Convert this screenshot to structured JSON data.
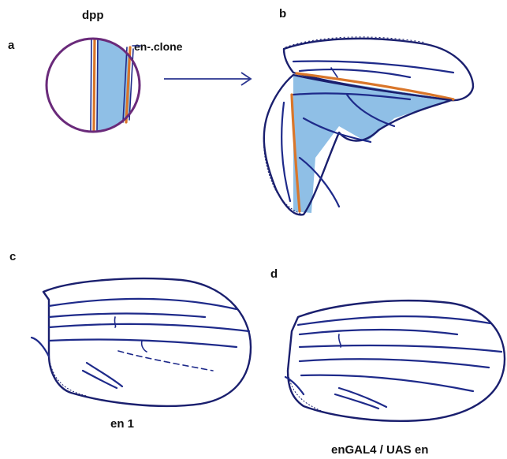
{
  "panels": {
    "a": {
      "letter": "a",
      "top_label": "dpp",
      "clone_label": "en-.clone"
    },
    "b": {
      "letter": "b"
    },
    "c": {
      "letter": "c",
      "caption": "en 1"
    },
    "d": {
      "letter": "d",
      "caption": "enGAL4 / UAS en"
    }
  },
  "colors": {
    "vein": "#1e2a8a",
    "dpp_stripe": "#d9762a",
    "clone_fill": "#8fbfe6",
    "disc_outline": "#6a2a7a"
  }
}
